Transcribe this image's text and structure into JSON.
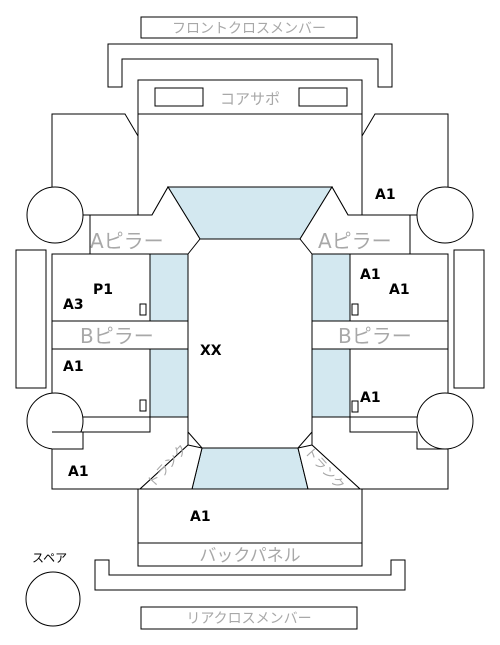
{
  "parts": {
    "front_cross_member": "フロントクロスメンバー",
    "core_support": "コアサポ",
    "a_pillar_left": "Aピラー",
    "a_pillar_right": "Aピラー",
    "b_pillar_left": "Bピラー",
    "b_pillar_right": "Bピラー",
    "trunk_left": "トランク",
    "trunk_right": "トランク",
    "back_panel": "バックパネル",
    "rear_cross_member": "リアクロスメンバー",
    "spare": "スペア"
  },
  "codes": {
    "front_right_fender": "A1",
    "front_right_door_a": "A1",
    "front_right_door_b": "A1",
    "rear_right_door": "A1",
    "front_left_p1": "P1",
    "front_left_a3": "A3",
    "rear_left_door": "A1",
    "rear_left_quarter": "A1",
    "trunk_lid": "A1",
    "roof": "XX"
  },
  "colors": {
    "glass": "#d3e8f0",
    "label_gray": "#a8a8a8",
    "line": "#000000"
  }
}
